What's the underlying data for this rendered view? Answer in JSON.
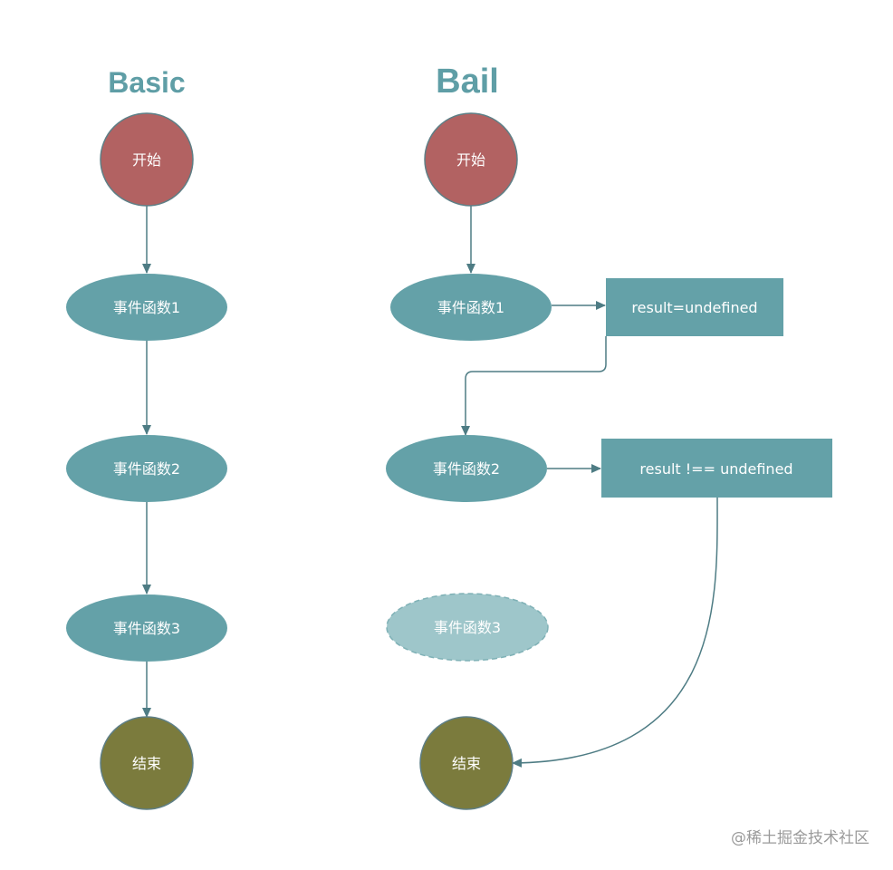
{
  "colors": {
    "start": "#b26262",
    "start_stroke": "#5e7f86",
    "event": "#64a1a8",
    "event_faded": "#9ec6ca",
    "end": "#7b7b3d",
    "end_stroke": "#5e7f86",
    "box": "#64a1a8",
    "edge": "#4e7c84",
    "title": "#5f9ea6",
    "watermark": "#9a9a9a"
  },
  "basic": {
    "title": "Basic",
    "start": "开始",
    "event1": "事件函数1",
    "event2": "事件函数2",
    "event3": "事件函数3",
    "end": "结束"
  },
  "bail": {
    "title": "Bail",
    "start": "开始",
    "event1": "事件函数1",
    "result1": "result=undefined",
    "event2": "事件函数2",
    "result2": "result !== undefined",
    "event3": "事件函数3",
    "end": "结束"
  },
  "watermark": "@稀土掘金技术社区"
}
